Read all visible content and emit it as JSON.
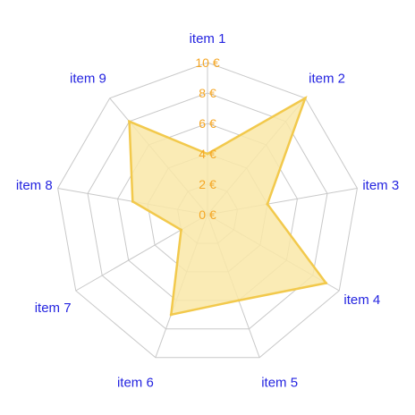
{
  "chart_data": {
    "type": "radar",
    "categories": [
      "item 1",
      "item 2",
      "item 3",
      "item 4",
      "item 5",
      "item 6",
      "item 7",
      "item 8",
      "item 9"
    ],
    "series": [
      {
        "values": [
          4,
          10,
          4,
          9,
          6,
          7,
          2,
          5,
          8
        ]
      }
    ],
    "rlim": [
      0,
      10
    ],
    "ticks": [
      "0 €",
      "2 €",
      "4 €",
      "6 €",
      "8 €",
      "10 €"
    ],
    "grid": true
  },
  "colors": {
    "series_stroke": "#f2c94c",
    "series_fill": "#f9e8a8",
    "label_color": "#2424e0",
    "tick_color": "#f5a623",
    "grid_color": "#c8c8c8"
  }
}
